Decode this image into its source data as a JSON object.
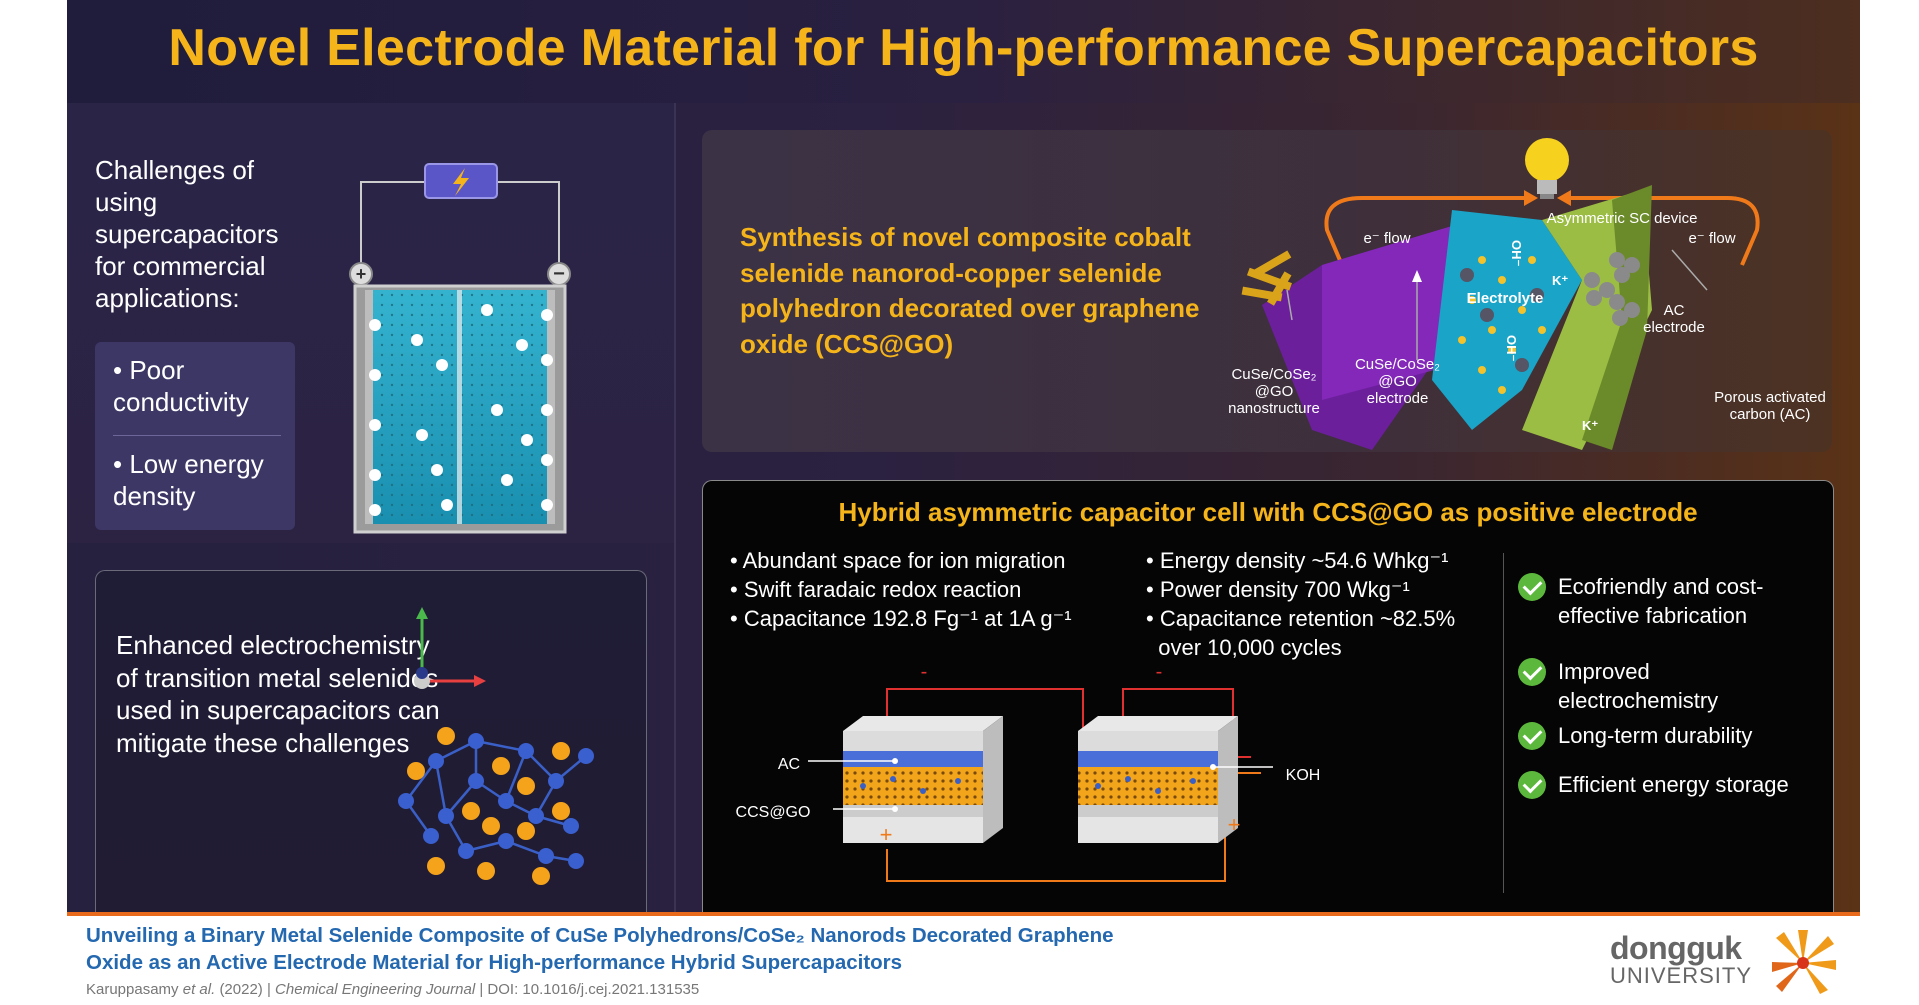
{
  "title": "Novel Electrode Material for High-performance Supercapacitors",
  "challenges": {
    "heading": "Challenges of using supercapacitors for commercial applications:",
    "items": [
      "• Poor conductivity",
      "• Low energy density"
    ]
  },
  "enhanced": "Enhanced electrochemistry of transition metal selenides used in supercapacitors can mitigate these challenges",
  "synthesis": {
    "text": "Synthesis of novel composite cobalt selenide nanorod-copper selenide polyhedron decorated over graphene oxide (CCS@GO)",
    "device_label": "Asymmetric SC device",
    "e_flow_left": "e⁻ flow",
    "e_flow_right": "e⁻ flow",
    "electrolyte": "Electrolyte",
    "ac_electrode": "AC electrode",
    "nanostructure": "CuSe/CoSe₂ @GO nanostructure",
    "ccs_electrode": "CuSe/CoSe₂ @GO electrode",
    "porous_ac": "Porous activated carbon (AC)"
  },
  "hybrid": {
    "title": "Hybrid asymmetric capacitor cell with CCS@GO as positive electrode",
    "col1": [
      "• Abundant space for ion migration",
      "• Swift faradaic redox reaction",
      "• Capacitance 192.8 Fg⁻¹ at 1A g⁻¹"
    ],
    "col2": [
      "• Energy density ~54.6 Whkg⁻¹",
      "• Power density 700 Wkg⁻¹",
      "• Capacitance retention ~82.5%",
      "  over 10,000 cycles"
    ],
    "features": [
      "Ecofriendly and cost-effective fabrication",
      "Improved electrochemistry",
      "Long-term durability",
      "Efficient energy storage"
    ],
    "label_ac": "AC",
    "label_ccs": "CCS@GO",
    "label_koh": "KOH",
    "minus": "-",
    "plus": "+"
  },
  "footer": {
    "title_line1": "Unveiling a Binary Metal Selenide Composite of CuSe Polyhedrons/CoSe₂ Nanorods Decorated Graphene",
    "title_line2": "Oxide as an Active Electrode Material for High-performance Hybrid Supercapacitors",
    "cite_authors": "Karuppasamy",
    "cite_etal": "et al.",
    "cite_year": "(2022) |",
    "cite_journal": "Chemical Engineering Journal",
    "cite_doi": "| DOI: 10.1016/j.cej.2021.131535",
    "logo_name": "dongguk",
    "logo_univ": "UNIVERSITY"
  },
  "colors": {
    "accent": "#f4b41a",
    "link": "#2468b0",
    "rule": "#e86a1a",
    "check": "#5cb83c"
  }
}
